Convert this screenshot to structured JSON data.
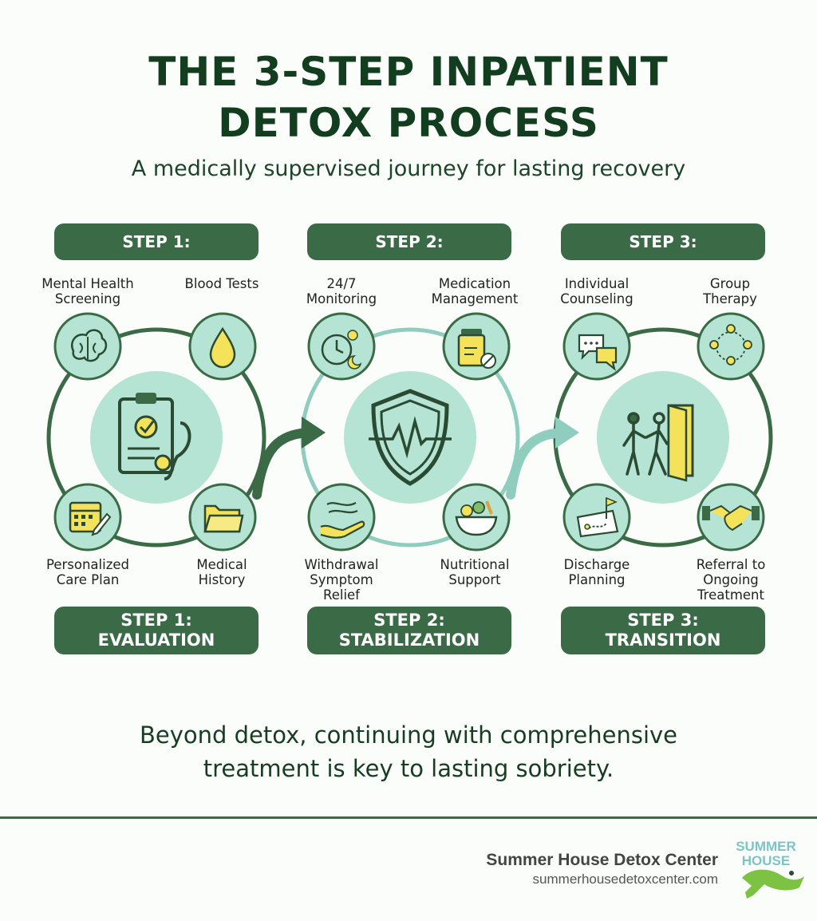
{
  "title_line1": "THE 3-STEP INPATIENT",
  "title_line2": "DETOX PROCESS",
  "subtitle": "A medically supervised journey for lasting recovery",
  "steps": [
    {
      "top_label": "STEP 1:",
      "bottom_label_line1": "STEP 1:",
      "bottom_label_line2": "EVALUATION",
      "items": [
        {
          "label": "Mental Health Screening",
          "icon": "brain-icon"
        },
        {
          "label": "Blood Tests",
          "icon": "blood-drop-icon"
        },
        {
          "label": "Personalized Care Plan",
          "icon": "calendar-pencil-icon"
        },
        {
          "label": "Medical History",
          "icon": "folder-icon"
        }
      ],
      "center_icon": "clipboard-stethoscope-icon"
    },
    {
      "top_label": "STEP 2:",
      "bottom_label_line1": "STEP 2:",
      "bottom_label_line2": "STABILIZATION",
      "items": [
        {
          "label": "24/7 Monitoring",
          "icon": "clock-sun-moon-icon"
        },
        {
          "label": "Medication Management",
          "icon": "pill-bottle-icon"
        },
        {
          "label": "Withdrawal Symptom Relief",
          "icon": "hand-breeze-icon"
        },
        {
          "label": "Nutritional Support",
          "icon": "food-bowl-icon"
        }
      ],
      "center_icon": "shield-heartbeat-icon"
    },
    {
      "top_label": "STEP 3:",
      "bottom_label_line1": "STEP 3:",
      "bottom_label_line2": "TRANSITION",
      "items": [
        {
          "label": "Individual Counseling",
          "icon": "chat-bubbles-icon"
        },
        {
          "label": "Group Therapy",
          "icon": "group-circle-icon"
        },
        {
          "label": "Discharge Planning",
          "icon": "map-flag-icon"
        },
        {
          "label": "Referral to Ongoing Treatment",
          "icon": "handshake-icon"
        }
      ],
      "center_icon": "people-door-icon"
    }
  ],
  "closing_line1": "Beyond detox, continuing with comprehensive",
  "closing_line2": "treatment is key to lasting sobriety.",
  "brand_name": "Summer House Detox Center",
  "brand_url": "summerhousedetoxcenter.com",
  "logo_text_line1": "SUMMER",
  "logo_text_line2": "HOUSE",
  "colors": {
    "dark_green": "#3b6b46",
    "mint": "#b5e3d4",
    "light_mint": "#8fcdbf",
    "yellow": "#f4e25a",
    "title": "#123d1f"
  }
}
